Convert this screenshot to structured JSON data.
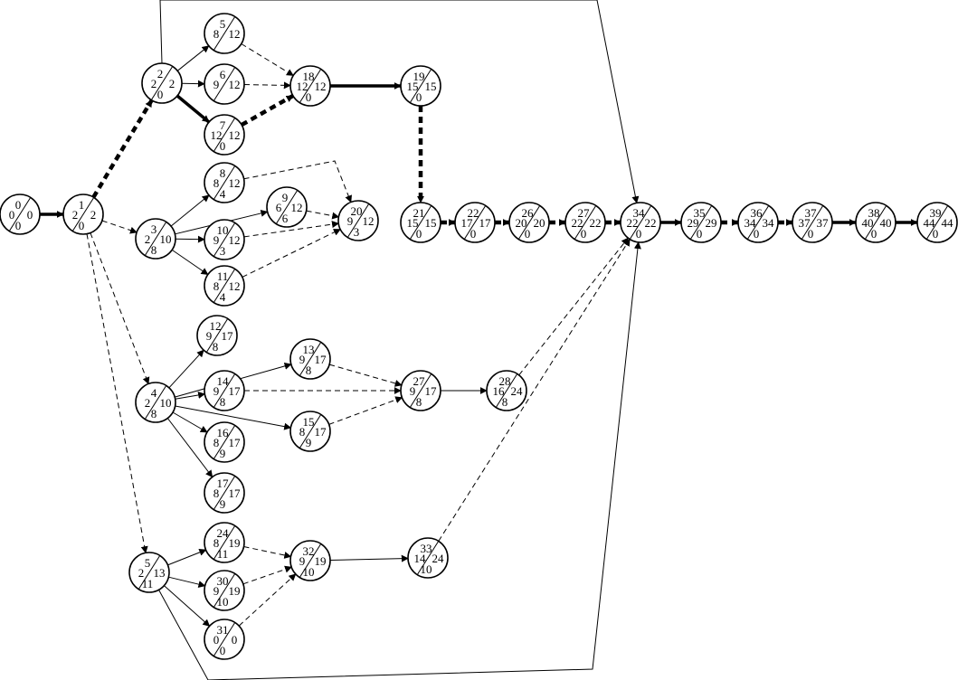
{
  "diagram": {
    "nodes": [
      {
        "id": "n0",
        "top": "0",
        "left": "0",
        "right": "0",
        "bottom": "0"
      },
      {
        "id": "n1",
        "top": "1",
        "left": "2",
        "right": "2",
        "bottom": "0"
      },
      {
        "id": "n2",
        "top": "2",
        "left": "2",
        "right": "2",
        "bottom": "0"
      },
      {
        "id": "n3",
        "top": "3",
        "left": "2",
        "right": "10",
        "bottom": "8"
      },
      {
        "id": "n4",
        "top": "4",
        "left": "2",
        "right": "10",
        "bottom": "8"
      },
      {
        "id": "n5",
        "top": "5",
        "left": "2",
        "right": "13",
        "bottom": "11"
      },
      {
        "id": "n5b",
        "top": "5",
        "left": "8",
        "right": "12",
        "bottom": ""
      },
      {
        "id": "n6",
        "top": "6",
        "left": "9",
        "right": "12",
        "bottom": ""
      },
      {
        "id": "n7",
        "top": "7",
        "left": "12",
        "right": "12",
        "bottom": "0"
      },
      {
        "id": "n8",
        "top": "8",
        "left": "8",
        "right": "12",
        "bottom": "4"
      },
      {
        "id": "n9",
        "top": "9",
        "left": "6",
        "right": "12",
        "bottom": "6"
      },
      {
        "id": "n10",
        "top": "10",
        "left": "9",
        "right": "12",
        "bottom": "3"
      },
      {
        "id": "n11",
        "top": "11",
        "left": "8",
        "right": "12",
        "bottom": "4"
      },
      {
        "id": "n12",
        "top": "12",
        "left": "9",
        "right": "17",
        "bottom": "8"
      },
      {
        "id": "n13",
        "top": "13",
        "left": "9",
        "right": "17",
        "bottom": "8"
      },
      {
        "id": "n14",
        "top": "14",
        "left": "9",
        "right": "17",
        "bottom": "8"
      },
      {
        "id": "n15",
        "top": "15",
        "left": "8",
        "right": "17",
        "bottom": "9"
      },
      {
        "id": "n16",
        "top": "16",
        "left": "8",
        "right": "17",
        "bottom": "9"
      },
      {
        "id": "n17",
        "top": "17",
        "left": "8",
        "right": "17",
        "bottom": "9"
      },
      {
        "id": "n18",
        "top": "18",
        "left": "12",
        "right": "12",
        "bottom": "0"
      },
      {
        "id": "n19",
        "top": "19",
        "left": "15",
        "right": "15",
        "bottom": "0"
      },
      {
        "id": "n20",
        "top": "20",
        "left": "9",
        "right": "12",
        "bottom": "3"
      },
      {
        "id": "n21",
        "top": "21",
        "left": "15",
        "right": "15",
        "bottom": "0"
      },
      {
        "id": "n22",
        "top": "22",
        "left": "17",
        "right": "17",
        "bottom": "0"
      },
      {
        "id": "n24",
        "top": "24",
        "left": "8",
        "right": "19",
        "bottom": "11"
      },
      {
        "id": "n26",
        "top": "26",
        "left": "20",
        "right": "20",
        "bottom": "0"
      },
      {
        "id": "n27",
        "top": "27",
        "left": "22",
        "right": "22",
        "bottom": "0"
      },
      {
        "id": "n27b",
        "top": "27",
        "left": "9",
        "right": "17",
        "bottom": "8"
      },
      {
        "id": "n28",
        "top": "28",
        "left": "16",
        "right": "24",
        "bottom": "8"
      },
      {
        "id": "n30",
        "top": "30",
        "left": "9",
        "right": "19",
        "bottom": "10"
      },
      {
        "id": "n31",
        "top": "31",
        "left": "0",
        "right": "0",
        "bottom": "0"
      },
      {
        "id": "n32",
        "top": "32",
        "left": "9",
        "right": "19",
        "bottom": "10"
      },
      {
        "id": "n33",
        "top": "33",
        "left": "14",
        "right": "24",
        "bottom": "10"
      },
      {
        "id": "n34",
        "top": "34",
        "left": "22",
        "right": "22",
        "bottom": "0"
      },
      {
        "id": "n35",
        "top": "35",
        "left": "29",
        "right": "29",
        "bottom": "0"
      },
      {
        "id": "n36",
        "top": "36",
        "left": "34",
        "right": "34",
        "bottom": "0"
      },
      {
        "id": "n37",
        "top": "37",
        "left": "37",
        "right": "37",
        "bottom": "0"
      },
      {
        "id": "n38",
        "top": "38",
        "left": "40",
        "right": "40",
        "bottom": "0"
      },
      {
        "id": "n39",
        "top": "39",
        "left": "44",
        "right": "44",
        "bottom": "0"
      }
    ],
    "edges": [
      {
        "from": "n0",
        "to": "n1",
        "style": "bold"
      },
      {
        "from": "n1",
        "to": "n2",
        "style": "bold-dashed"
      },
      {
        "from": "n1",
        "to": "n3",
        "style": "dashed"
      },
      {
        "from": "n1",
        "to": "n4",
        "style": "dashed"
      },
      {
        "from": "n1",
        "to": "n5",
        "style": "dashed"
      },
      {
        "from": "n2",
        "to": "n5b",
        "style": "solid"
      },
      {
        "from": "n2",
        "to": "n6",
        "style": "solid"
      },
      {
        "from": "n2",
        "to": "n7",
        "style": "bold"
      },
      {
        "from": "n2",
        "to": "n34",
        "style": "solid",
        "route": "top"
      },
      {
        "from": "n5b",
        "to": "n18",
        "style": "dashed"
      },
      {
        "from": "n6",
        "to": "n18",
        "style": "dashed"
      },
      {
        "from": "n7",
        "to": "n18",
        "style": "bold-dashed"
      },
      {
        "from": "n18",
        "to": "n19",
        "style": "bold"
      },
      {
        "from": "n19",
        "to": "n21",
        "style": "bold-dashed"
      },
      {
        "from": "n3",
        "to": "n8",
        "style": "solid"
      },
      {
        "from": "n3",
        "to": "n9",
        "style": "solid"
      },
      {
        "from": "n3",
        "to": "n10",
        "style": "solid"
      },
      {
        "from": "n3",
        "to": "n11",
        "style": "solid"
      },
      {
        "from": "n8",
        "to": "n20",
        "style": "dashed",
        "route": "over"
      },
      {
        "from": "n9",
        "to": "n20",
        "style": "dashed"
      },
      {
        "from": "n10",
        "to": "n20",
        "style": "dashed"
      },
      {
        "from": "n11",
        "to": "n20",
        "style": "dashed"
      },
      {
        "from": "n21",
        "to": "n22",
        "style": "bold-dashed"
      },
      {
        "from": "n22",
        "to": "n26",
        "style": "bold-dashed"
      },
      {
        "from": "n26",
        "to": "n27",
        "style": "bold-dashed"
      },
      {
        "from": "n27",
        "to": "n34",
        "style": "bold-dashed"
      },
      {
        "from": "n34",
        "to": "n35",
        "style": "bold"
      },
      {
        "from": "n35",
        "to": "n36",
        "style": "bold-dashed"
      },
      {
        "from": "n36",
        "to": "n37",
        "style": "bold-dashed"
      },
      {
        "from": "n37",
        "to": "n38",
        "style": "bold"
      },
      {
        "from": "n38",
        "to": "n39",
        "style": "bold"
      },
      {
        "from": "n4",
        "to": "n12",
        "style": "solid"
      },
      {
        "from": "n4",
        "to": "n13",
        "style": "solid"
      },
      {
        "from": "n4",
        "to": "n14",
        "style": "solid"
      },
      {
        "from": "n4",
        "to": "n15",
        "style": "solid"
      },
      {
        "from": "n4",
        "to": "n16",
        "style": "solid"
      },
      {
        "from": "n4",
        "to": "n17",
        "style": "solid"
      },
      {
        "from": "n13",
        "to": "n27b",
        "style": "dashed"
      },
      {
        "from": "n14",
        "to": "n27b",
        "style": "dashed"
      },
      {
        "from": "n15",
        "to": "n27b",
        "style": "dashed"
      },
      {
        "from": "n27b",
        "to": "n28",
        "style": "solid"
      },
      {
        "from": "n28",
        "to": "n34",
        "style": "dashed"
      },
      {
        "from": "n5",
        "to": "n24",
        "style": "solid"
      },
      {
        "from": "n5",
        "to": "n30",
        "style": "solid"
      },
      {
        "from": "n5",
        "to": "n31",
        "style": "solid"
      },
      {
        "from": "n5",
        "to": "n34",
        "style": "solid",
        "route": "bottom"
      },
      {
        "from": "n24",
        "to": "n32",
        "style": "dashed"
      },
      {
        "from": "n30",
        "to": "n32",
        "style": "dashed"
      },
      {
        "from": "n31",
        "to": "n32",
        "style": "dashed"
      },
      {
        "from": "n32",
        "to": "n33",
        "style": "solid"
      },
      {
        "from": "n33",
        "to": "n34",
        "style": "dashed"
      }
    ]
  }
}
